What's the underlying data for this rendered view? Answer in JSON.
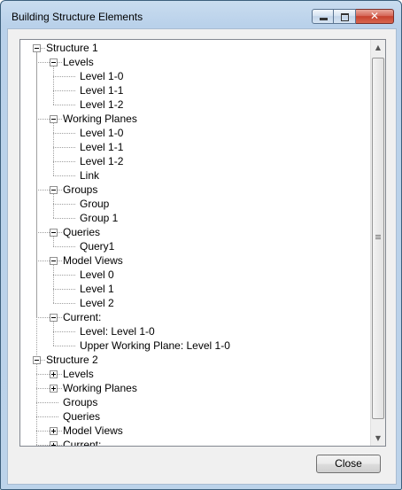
{
  "window": {
    "title": "Building Structure Elements",
    "buttons": {
      "minimize_icon": "minimize-icon",
      "maximize_icon": "maximize-icon",
      "close_glyph": "✕"
    }
  },
  "tree": {
    "nodes": [
      {
        "label": "Structure 1",
        "level": 0,
        "expander": "minus"
      },
      {
        "label": "Levels",
        "level": 1,
        "expander": "minus"
      },
      {
        "label": "Level 1-0",
        "level": 2,
        "expander": null
      },
      {
        "label": "Level 1-1",
        "level": 2,
        "expander": null
      },
      {
        "label": "Level 1-2",
        "level": 2,
        "expander": null
      },
      {
        "label": "Working Planes",
        "level": 1,
        "expander": "minus"
      },
      {
        "label": "Level 1-0",
        "level": 2,
        "expander": null
      },
      {
        "label": "Level 1-1",
        "level": 2,
        "expander": null
      },
      {
        "label": "Level 1-2",
        "level": 2,
        "expander": null
      },
      {
        "label": "Link",
        "level": 2,
        "expander": null
      },
      {
        "label": "Groups",
        "level": 1,
        "expander": "minus"
      },
      {
        "label": "Group",
        "level": 2,
        "expander": null
      },
      {
        "label": "Group 1",
        "level": 2,
        "expander": null
      },
      {
        "label": "Queries",
        "level": 1,
        "expander": "minus"
      },
      {
        "label": "Query1",
        "level": 2,
        "expander": null
      },
      {
        "label": "Model Views",
        "level": 1,
        "expander": "minus"
      },
      {
        "label": "Level 0",
        "level": 2,
        "expander": null
      },
      {
        "label": "Level 1",
        "level": 2,
        "expander": null
      },
      {
        "label": "Level 2",
        "level": 2,
        "expander": null
      },
      {
        "label": "Current:",
        "level": 1,
        "expander": "minus"
      },
      {
        "label": "Level: Level 1-0",
        "level": 2,
        "expander": null
      },
      {
        "label": "Upper Working Plane: Level 1-0",
        "level": 2,
        "expander": null
      },
      {
        "label": "Structure 2",
        "level": 0,
        "expander": "minus"
      },
      {
        "label": "Levels",
        "level": 1,
        "expander": "plus"
      },
      {
        "label": "Working Planes",
        "level": 1,
        "expander": "plus"
      },
      {
        "label": "Groups",
        "level": 1,
        "expander": null
      },
      {
        "label": "Queries",
        "level": 1,
        "expander": null
      },
      {
        "label": "Model Views",
        "level": 1,
        "expander": "plus"
      },
      {
        "label": "Current:",
        "level": 1,
        "expander": "plus"
      }
    ]
  },
  "scrollbar": {
    "up_arrow": "▲",
    "down_arrow": "▼"
  },
  "footer": {
    "close_label": "Close"
  }
}
